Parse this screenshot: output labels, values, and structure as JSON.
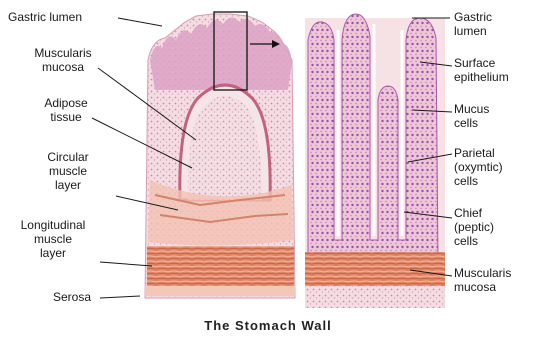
{
  "caption": "The Stomach Wall",
  "left_labels": [
    {
      "id": "gastric-lumen",
      "lines": [
        "Gastric lumen"
      ]
    },
    {
      "id": "muscularis-mucosa",
      "lines": [
        "Muscularis",
        "mucosa"
      ]
    },
    {
      "id": "adipose-tissue",
      "lines": [
        "Adipose",
        "tissue"
      ]
    },
    {
      "id": "circular-muscle-layer",
      "lines": [
        "Circular",
        "muscle",
        "layer"
      ]
    },
    {
      "id": "longitudinal-muscle-layer",
      "lines": [
        "Longitudinal",
        "muscle",
        "layer"
      ]
    },
    {
      "id": "serosa",
      "lines": [
        "Serosa"
      ]
    }
  ],
  "right_labels": [
    {
      "id": "gastric-lumen",
      "lines": [
        "Gastric",
        "lumen"
      ]
    },
    {
      "id": "surface-epithelium",
      "lines": [
        "Surface",
        "epithelium"
      ]
    },
    {
      "id": "mucus-cells",
      "lines": [
        "Mucus",
        "cells"
      ]
    },
    {
      "id": "parietal-cells",
      "lines": [
        "Parietal",
        "(oxymtic)",
        "cells"
      ]
    },
    {
      "id": "chief-cells",
      "lines": [
        "Chief",
        "(peptic)",
        "cells"
      ]
    },
    {
      "id": "muscularis-mucosa",
      "lines": [
        "Muscularis",
        "mucosa"
      ]
    }
  ],
  "colors": {
    "muscle": "#d9775a",
    "muscle_dark": "#c4553f",
    "tissue": "#f1d6d8",
    "mucosa_purple": "#b56ab8",
    "mucosa_pink": "#e8b7c9",
    "leader": "#1a1a1a"
  }
}
